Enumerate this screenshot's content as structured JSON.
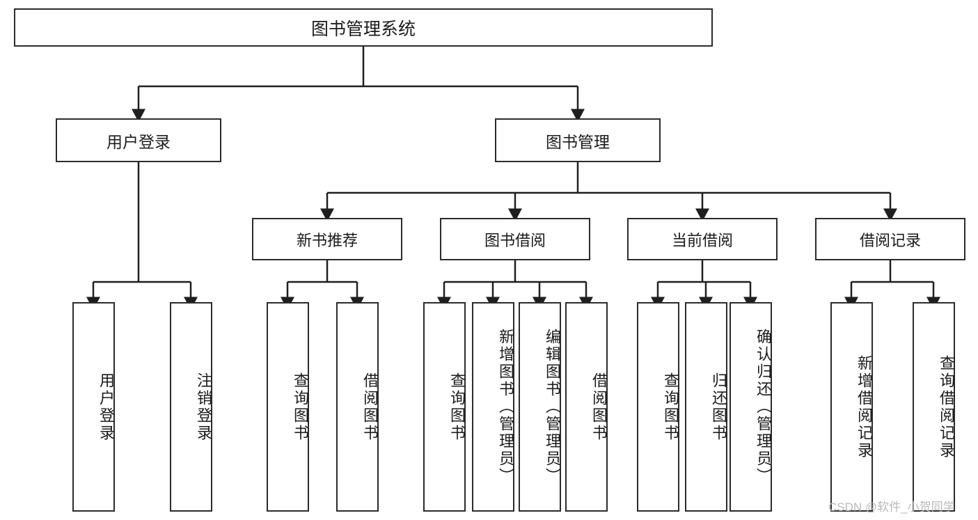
{
  "diagram": {
    "type": "tree-hierarchy-chart",
    "title": "图书管理系统",
    "orientation": "top-down",
    "colors": {
      "box_border": "#2b2b2b",
      "box_fill": "#ffffff",
      "edge": "#1f1f1f",
      "text": "#1b1b1b",
      "watermark": "#b9b9b9",
      "background": "#ffffff"
    }
  },
  "nodes": {
    "root": {
      "label": "图书管理系统"
    },
    "level2": [
      {
        "id": "user-login",
        "label": "用户登录"
      },
      {
        "id": "book-management",
        "label": "图书管理"
      }
    ],
    "level3": [
      {
        "id": "new-book-recommend",
        "label": "新书推荐",
        "parent": "book-management"
      },
      {
        "id": "book-borrow",
        "label": "图书借阅",
        "parent": "book-management"
      },
      {
        "id": "current-borrow",
        "label": "当前借阅",
        "parent": "book-management"
      },
      {
        "id": "borrow-record",
        "label": "借阅记录",
        "parent": "book-management"
      }
    ],
    "leaves": [
      {
        "id": "leaf-user-login",
        "label": "用户登录",
        "parent": "user-login"
      },
      {
        "id": "leaf-logout-login",
        "label": "注销登录",
        "parent": "user-login"
      },
      {
        "id": "leaf-query-book-1",
        "label": "查询图书",
        "parent": "new-book-recommend"
      },
      {
        "id": "leaf-borrow-book-1",
        "label": "借阅图书",
        "parent": "new-book-recommend"
      },
      {
        "id": "leaf-query-book-2",
        "label": "查询图书",
        "parent": "book-borrow"
      },
      {
        "id": "leaf-add-book",
        "label": "新增图书（管理员）",
        "parent": "book-borrow"
      },
      {
        "id": "leaf-edit-book",
        "label": "编辑图书（管理员）",
        "parent": "book-borrow"
      },
      {
        "id": "leaf-borrow-book-2",
        "label": "借阅图书",
        "parent": "book-borrow"
      },
      {
        "id": "leaf-query-book-3",
        "label": "查询图书",
        "parent": "current-borrow"
      },
      {
        "id": "leaf-return-book",
        "label": "归还图书",
        "parent": "current-borrow"
      },
      {
        "id": "leaf-confirm-return",
        "label": "确认归还（管理员）",
        "parent": "current-borrow"
      },
      {
        "id": "leaf-add-record",
        "label": "新增借阅记录",
        "parent": "borrow-record"
      },
      {
        "id": "leaf-query-record",
        "label": "查询借阅记录",
        "parent": "borrow-record"
      }
    ]
  },
  "watermark": {
    "text": "CSDN @软件_小贺同学"
  }
}
